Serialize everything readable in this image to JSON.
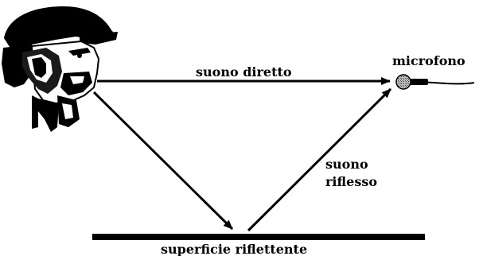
{
  "diagram": {
    "labels": {
      "direct_sound": "suono diretto",
      "microphone": "microfono",
      "reflected_sound_line1": "suono",
      "reflected_sound_line2": "riflesso",
      "reflecting_surface": "superficie riflettente"
    },
    "colors": {
      "ink": "#000000",
      "background": "#ffffff",
      "mic_head": "#9a9a9a"
    }
  }
}
